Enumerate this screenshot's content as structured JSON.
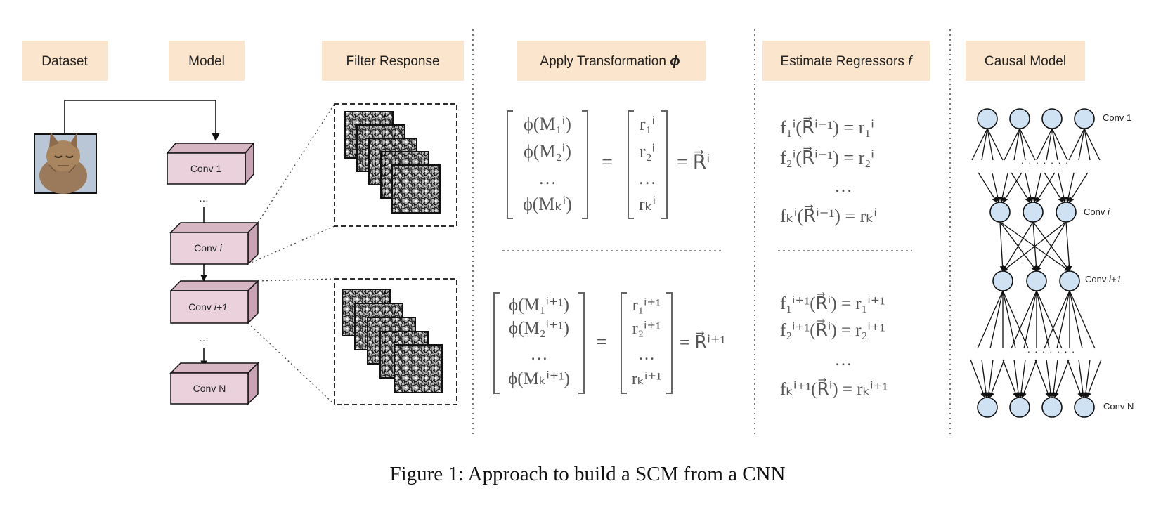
{
  "headers": {
    "dataset": "Dataset",
    "model": "Model",
    "filter_response": "Filter Response",
    "apply_transformation": "Apply Transformation",
    "apply_transformation_symbol": "ϕ",
    "estimate_regressors": "Estimate Regressors",
    "estimate_regressors_symbol": "f",
    "causal_model": "Causal Model"
  },
  "model_layers": {
    "conv1": "Conv 1",
    "convi_prefix": "Conv",
    "convi_italic": "i",
    "convi1_prefix": "Conv",
    "convi1_italic": "i+1",
    "convN": "Conv N",
    "ellipsis": "…"
  },
  "causal_labels": {
    "conv1": "Conv 1",
    "convi_prefix": "Conv",
    "convi_italic": "i",
    "convi1_prefix": "Conv",
    "convi1_italic": "i+1",
    "convN": "Conv N",
    "dots": "· · · · · · ·"
  },
  "equations_top": {
    "phi_rows": [
      "ϕ(M₁ⁱ)",
      "ϕ(M₂ⁱ)",
      "…",
      "ϕ(Mₖⁱ)"
    ],
    "r_rows": [
      "r₁ⁱ",
      "r₂ⁱ",
      "…",
      "rₖⁱ"
    ],
    "equals": "=",
    "result": "= R⃗ⁱ",
    "f_rows": [
      "f₁ⁱ(R⃗ⁱ⁻¹) = r₁ⁱ",
      "f₂ⁱ(R⃗ⁱ⁻¹) = r₂ⁱ",
      "…",
      "fₖⁱ(R⃗ⁱ⁻¹) = rₖⁱ"
    ]
  },
  "equations_bottom": {
    "phi_rows": [
      "ϕ(M₁ⁱ⁺¹)",
      "ϕ(M₂ⁱ⁺¹)",
      "…",
      "ϕ(Mₖⁱ⁺¹)"
    ],
    "r_rows": [
      "r₁ⁱ⁺¹",
      "r₂ⁱ⁺¹",
      "…",
      "rₖⁱ⁺¹"
    ],
    "equals": "=",
    "result": "= R⃗ⁱ⁺¹",
    "f_rows": [
      "f₁ⁱ⁺¹(R⃗ⁱ) = r₁ⁱ⁺¹",
      "f₂ⁱ⁺¹(R⃗ⁱ) = r₂ⁱ⁺¹",
      "…",
      "fₖⁱ⁺¹(R⃗ⁱ) = rₖⁱ⁺¹"
    ]
  },
  "caption": "Figure 1: Approach to build a SCM from a CNN",
  "colors": {
    "header_bg": "#fce5cd",
    "conv_box_front": "#ead1dc",
    "conv_box_side": "#d7b6c4",
    "node_fill": "#cfe2f3"
  }
}
